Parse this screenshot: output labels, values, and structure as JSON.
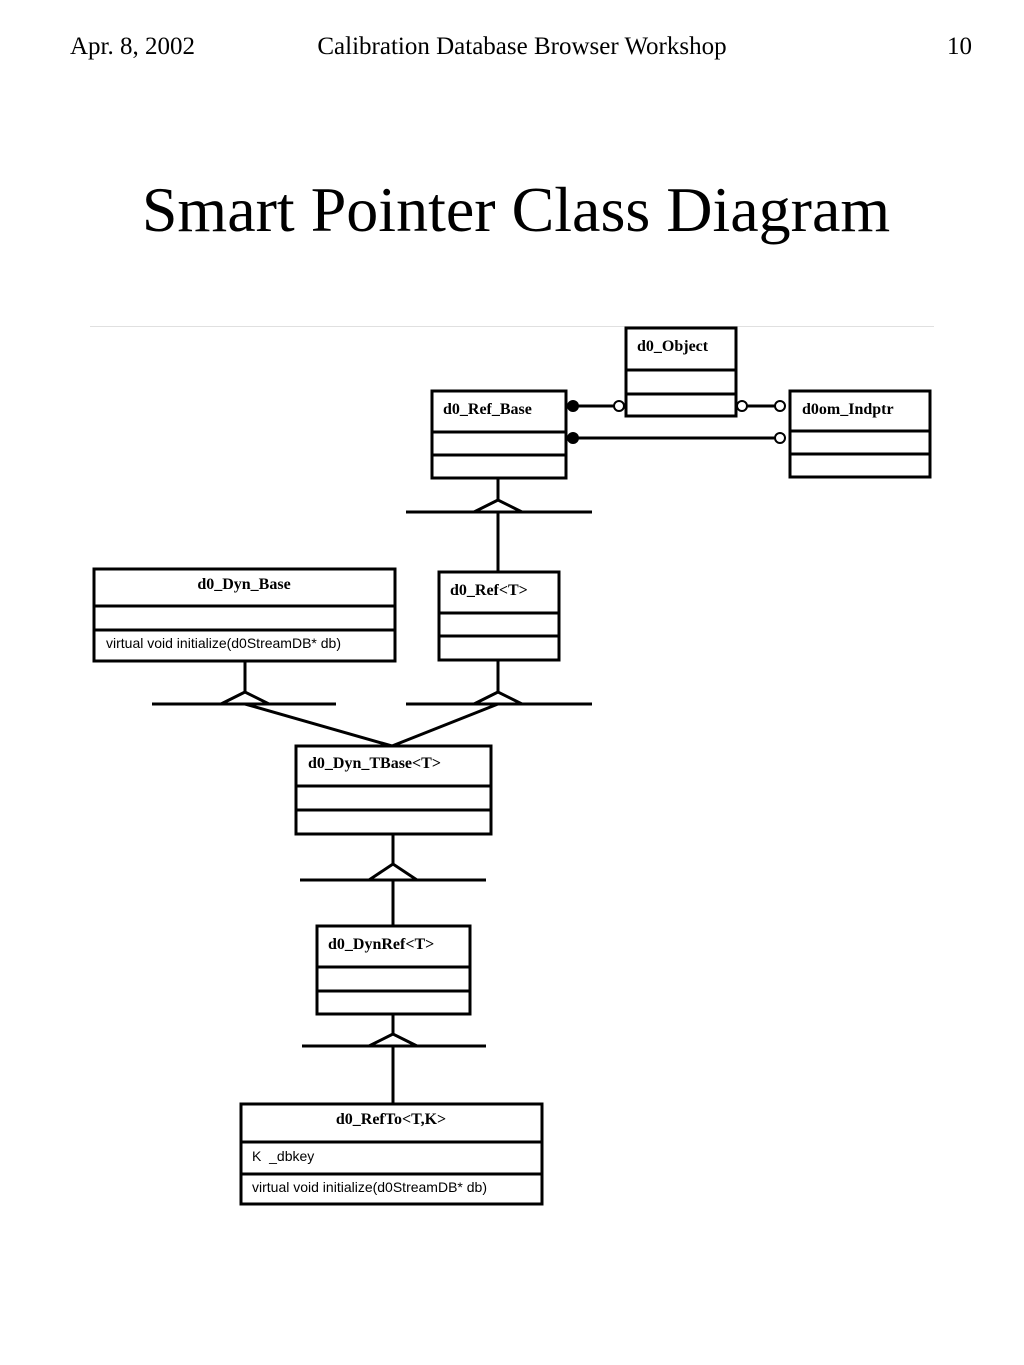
{
  "header": {
    "date": "Apr. 8, 2002",
    "title": "Calibration Database Browser Workshop",
    "page": "10"
  },
  "slide": {
    "title": "Smart Pointer Class Diagram"
  },
  "diagram": {
    "classes": {
      "d0_object": {
        "name": "d0_Object",
        "attr": "",
        "op": ""
      },
      "d0_ref_base": {
        "name": "d0_Ref_Base",
        "attr": "",
        "op": ""
      },
      "d0om_indptr": {
        "name": "d0om_Indptr",
        "attr": "",
        "op": ""
      },
      "d0_dyn_base": {
        "name": "d0_Dyn_Base",
        "attr": "",
        "op": "virtual void initialize(d0StreamDB* db)"
      },
      "d0_ref_t": {
        "name": "d0_Ref<T>",
        "attr": "",
        "op": ""
      },
      "d0_dyn_tbase": {
        "name": "d0_Dyn_TBase<T>",
        "attr": "",
        "op": ""
      },
      "d0_dynref": {
        "name": "d0_DynRef<T>",
        "attr": "",
        "op": ""
      },
      "d0_refto": {
        "name": "d0_RefTo<T,K>",
        "attr": "K  _dbkey",
        "op": "virtual void initialize(d0StreamDB* db)"
      }
    },
    "relationships": [
      {
        "kind": "association",
        "from": "d0_Ref_Base",
        "to": "d0_Object"
      },
      {
        "kind": "association",
        "from": "d0_Object",
        "to": "d0om_Indptr"
      },
      {
        "kind": "association",
        "from": "d0_Ref_Base",
        "to": "d0om_Indptr"
      },
      {
        "kind": "inheritance",
        "child": "d0_Ref<T>",
        "parent": "d0_Ref_Base"
      },
      {
        "kind": "inheritance",
        "child": "d0_Dyn_TBase<T>",
        "parent": "d0_Dyn_Base"
      },
      {
        "kind": "inheritance",
        "child": "d0_Dyn_TBase<T>",
        "parent": "d0_Ref<T>"
      },
      {
        "kind": "inheritance",
        "child": "d0_DynRef<T>",
        "parent": "d0_Dyn_TBase<T>"
      },
      {
        "kind": "inheritance",
        "child": "d0_RefTo<T,K>",
        "parent": "d0_DynRef<T>"
      }
    ]
  }
}
